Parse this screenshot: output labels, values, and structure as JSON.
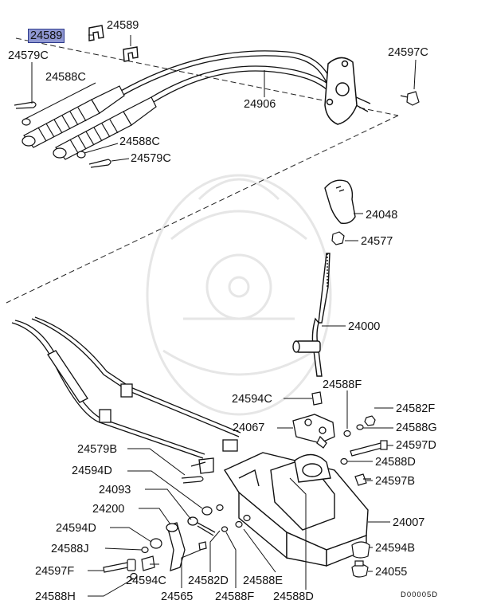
{
  "figure_code": "D00005D",
  "highlighted_part": "24589",
  "watermark_color": "#e6e6e6",
  "highlight_color": "#8f97d2",
  "labels": {
    "p24589_hl": "24589",
    "p24589": "24589",
    "p24579C_top": "24579C",
    "p24588C_top": "24588C",
    "p24906": "24906",
    "p24597C": "24597C",
    "p24588C_mid": "24588C",
    "p24579C_mid": "24579C",
    "p24048": "24048",
    "p24577": "24577",
    "p24000": "24000",
    "p24588F_a": "24588F",
    "p24594C_a": "24594C",
    "p24582F": "24582F",
    "p24067": "24067",
    "p24588G": "24588G",
    "p24579B": "24579B",
    "p24597D": "24597D",
    "p24594D_a": "24594D",
    "p24588D_a": "24588D",
    "p24597B": "24597B",
    "p24093": "24093",
    "p24200": "24200",
    "p24007": "24007",
    "p24594D_b": "24594D",
    "p24594B": "24594B",
    "p24588J": "24588J",
    "p24597F": "24597F",
    "p24594C_b": "24594C",
    "p24582D": "24582D",
    "p24588E": "24588E",
    "p24055": "24055",
    "p24588H": "24588H",
    "p24565": "24565",
    "p24588F_b": "24588F",
    "p24588D_b": "24588D"
  }
}
